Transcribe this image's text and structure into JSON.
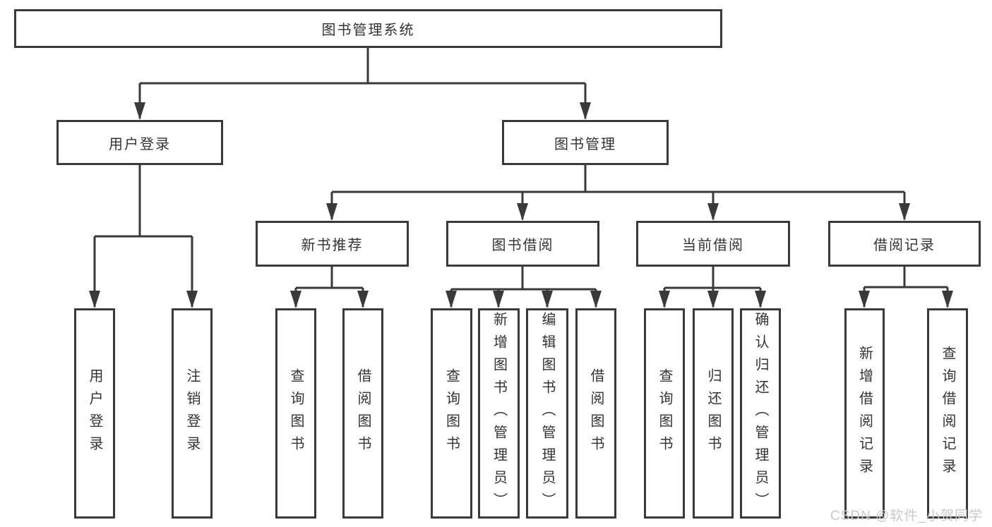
{
  "diagram": {
    "type": "hierarchy-tree",
    "root": {
      "label": "图书管理系统"
    },
    "level2": {
      "user_login": {
        "label": "用户登录"
      },
      "book_mgmt": {
        "label": "图书管理"
      }
    },
    "level3": {
      "new_book_rec": {
        "label": "新书推荐"
      },
      "book_borrow": {
        "label": "图书借阅"
      },
      "current_borrow": {
        "label": "当前借阅"
      },
      "borrow_records": {
        "label": "借阅记录"
      }
    },
    "leaves": {
      "user_login": [
        "用户登录",
        "注销登录"
      ],
      "new_book_rec": [
        "查询图书",
        "借阅图书"
      ],
      "book_borrow": [
        "查询图书",
        "新增图书（管理员）",
        "编辑图书（管理员）",
        "借阅图书"
      ],
      "current_borrow": [
        "查询图书",
        "归还图书",
        "确认归还（管理员）"
      ],
      "borrow_records": [
        "新增借阅记录",
        "查询借阅记录"
      ]
    },
    "colors": {
      "line": "#3a3a3a",
      "text": "#333333",
      "background": "#ffffff",
      "watermark": "#c9c9c9"
    }
  },
  "watermark": {
    "text": "CSDN @软件_小贺同学"
  }
}
